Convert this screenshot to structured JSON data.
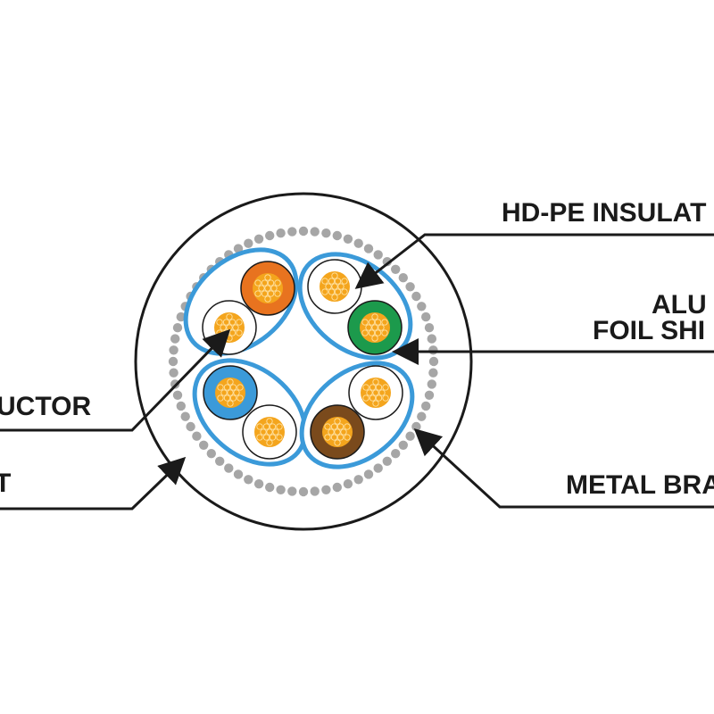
{
  "diagram": {
    "labels": {
      "hdpe_insulation": "HD-PE INSULAT",
      "aluminum_line1": "ALU",
      "aluminum_line2": "FOIL SHI",
      "metal_braid": "METAL BRA",
      "conductor": "UCTOR",
      "jacket": "T"
    },
    "colors": {
      "outline": "#1a1a1a",
      "foil": "#3b9ad9",
      "braid": "#a6a6a6",
      "copper": "#f4a51d",
      "pair_orange": "#e8731f",
      "pair_green": "#1c9a4c",
      "pair_blue": "#3b9ad9",
      "pair_brown": "#7a4a1c",
      "white_wire": "#ffffff"
    }
  }
}
